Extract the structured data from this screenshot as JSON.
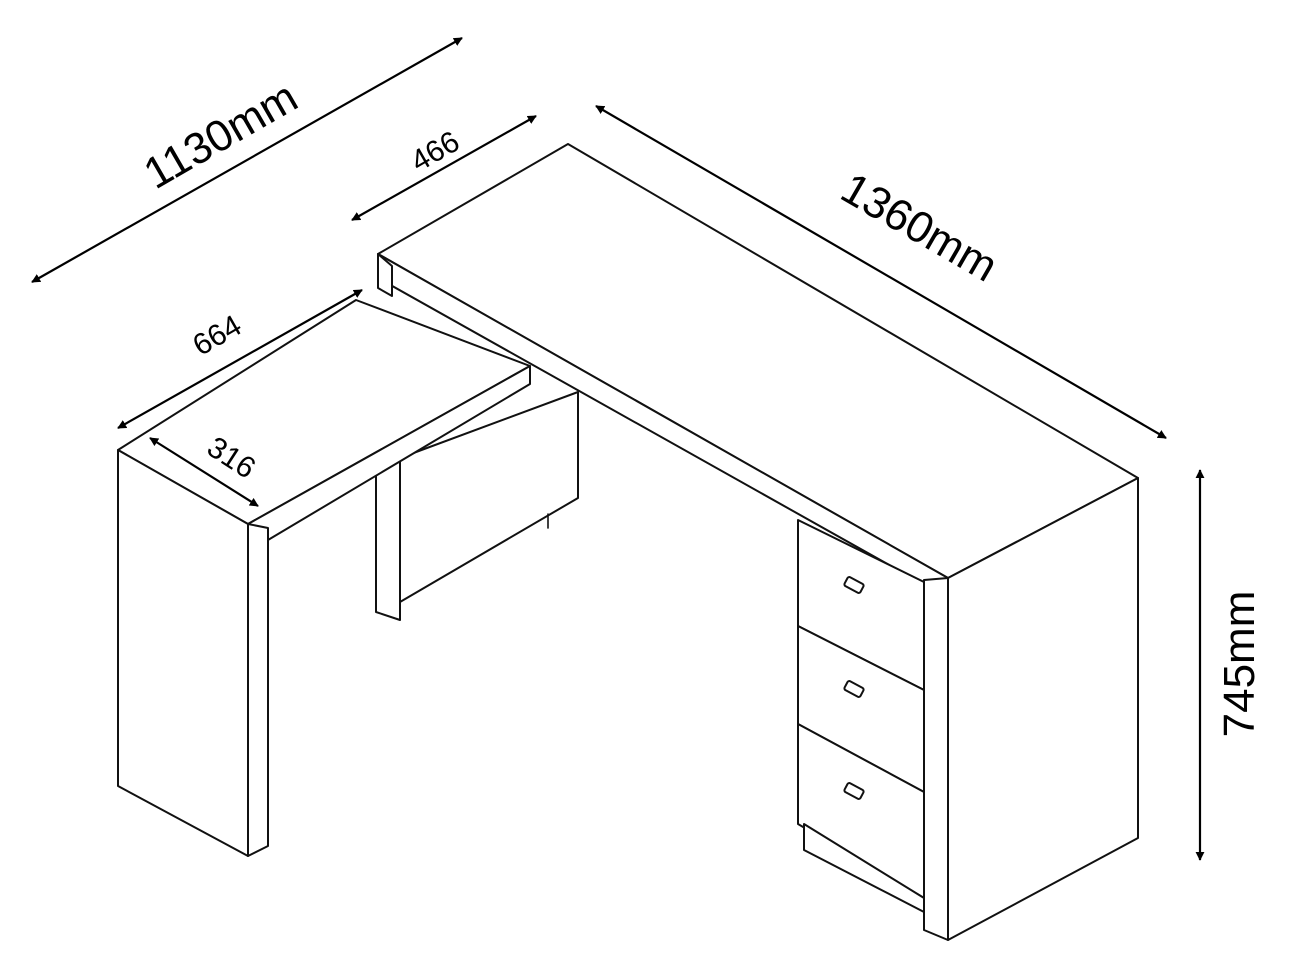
{
  "dimensions": {
    "total_width_label": "1130mm",
    "total_length_label": "1360mm",
    "height_label": "745mm",
    "main_depth_label": "466",
    "return_length_label": "664",
    "return_depth_label": "316"
  },
  "colors": {
    "line": "#111111",
    "background": "#ffffff"
  }
}
